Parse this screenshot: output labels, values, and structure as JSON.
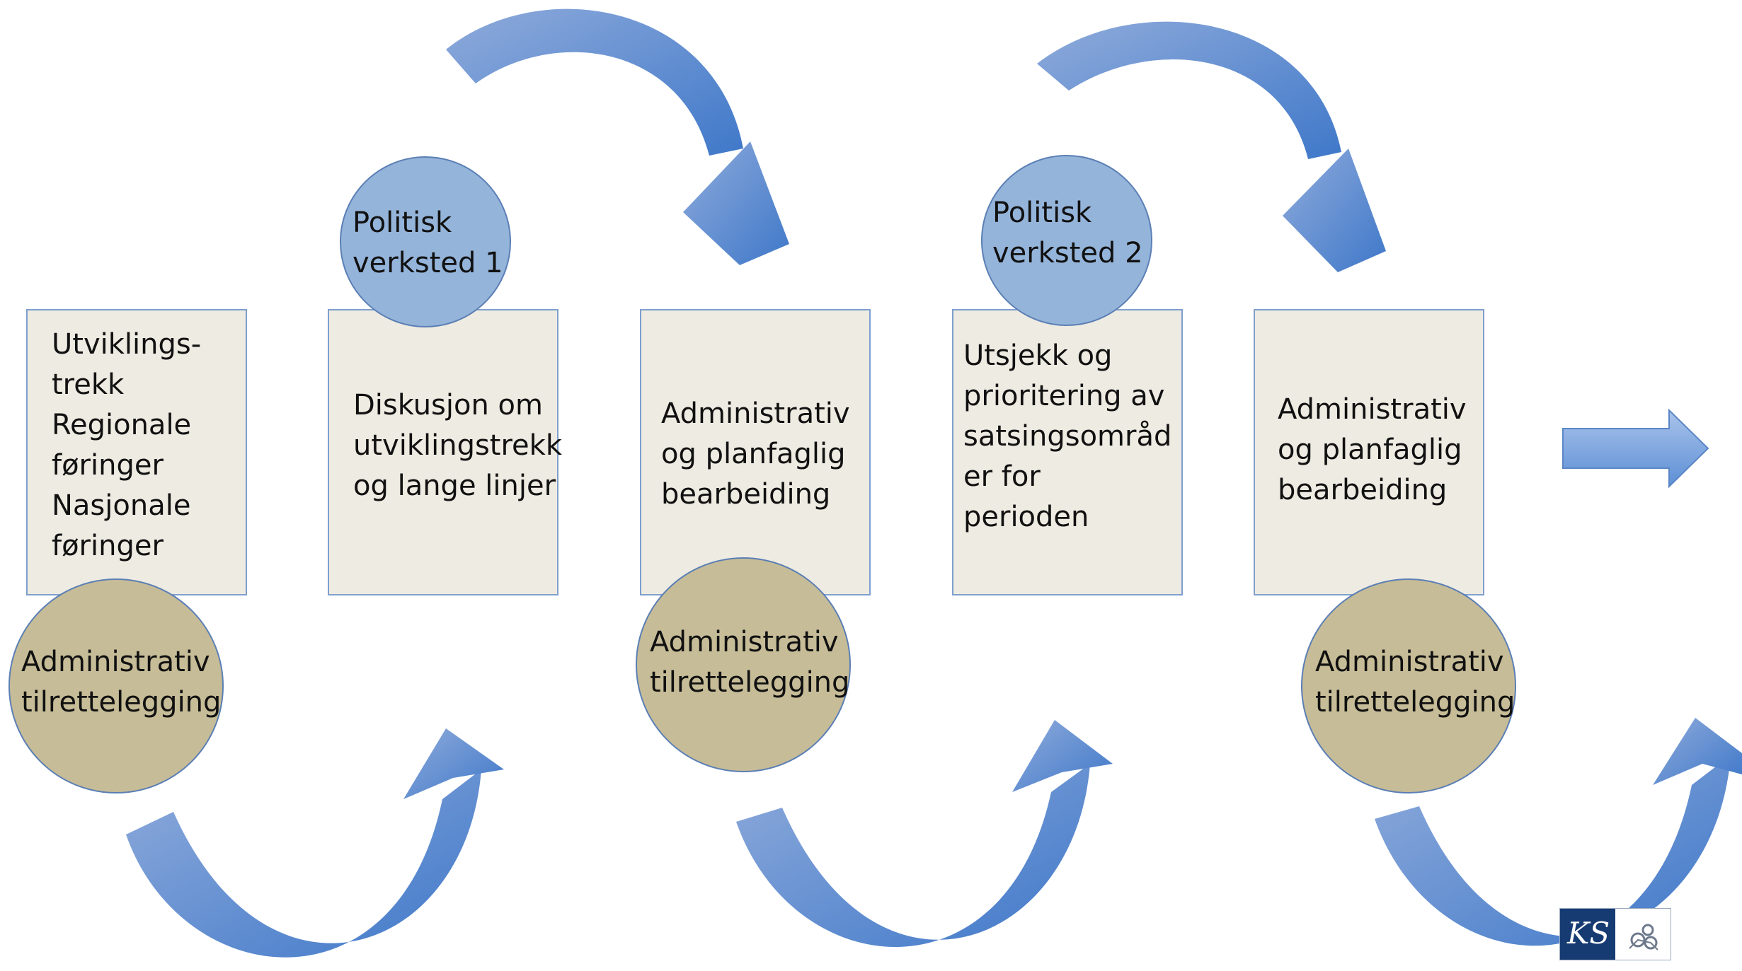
{
  "colors": {
    "box_fill": "#eeebe2",
    "box_border": "#7e9fce",
    "political_circle_fill": "#94b4da",
    "administrative_circle_fill": "#c6bc97",
    "arrow_fill": "#4f81c7"
  },
  "boxes": [
    {
      "text": "Utviklings-\ntrekk\nRegionale\nføringer\nNasjonale\nføringer"
    },
    {
      "text": "Diskusjon om\nutviklingstrekk\nog lange linjer"
    },
    {
      "text": "Administrativ\nog planfaglig\nbearbeiding"
    },
    {
      "text": "Utsjekk og\nprioritering av\nsatsingsområd\ner for\nperioden"
    },
    {
      "text": "Administrativ\nog planfaglig\nbearbeiding"
    }
  ],
  "political_workshops": [
    {
      "text": "Politisk\nverksted 1"
    },
    {
      "text": "Politisk\nverksted 2"
    }
  ],
  "administrative_preparation": [
    {
      "text": "Administrativ\ntilrettelegging"
    },
    {
      "text": "Administrativ\ntilrettelegging"
    },
    {
      "text": "Administrativ\ntilrettelegging"
    }
  ],
  "logo": {
    "text": "KS",
    "icon": "ks-emblem-icon"
  },
  "arrows": [
    {
      "icon": "curved-arrow-down-icon",
      "direction": "down"
    },
    {
      "icon": "curved-arrow-down-icon",
      "direction": "down"
    },
    {
      "icon": "curved-arrow-up-icon",
      "direction": "up"
    },
    {
      "icon": "curved-arrow-up-icon",
      "direction": "up"
    },
    {
      "icon": "curved-arrow-up-icon",
      "direction": "up"
    },
    {
      "icon": "arrow-right-icon",
      "direction": "right"
    }
  ]
}
